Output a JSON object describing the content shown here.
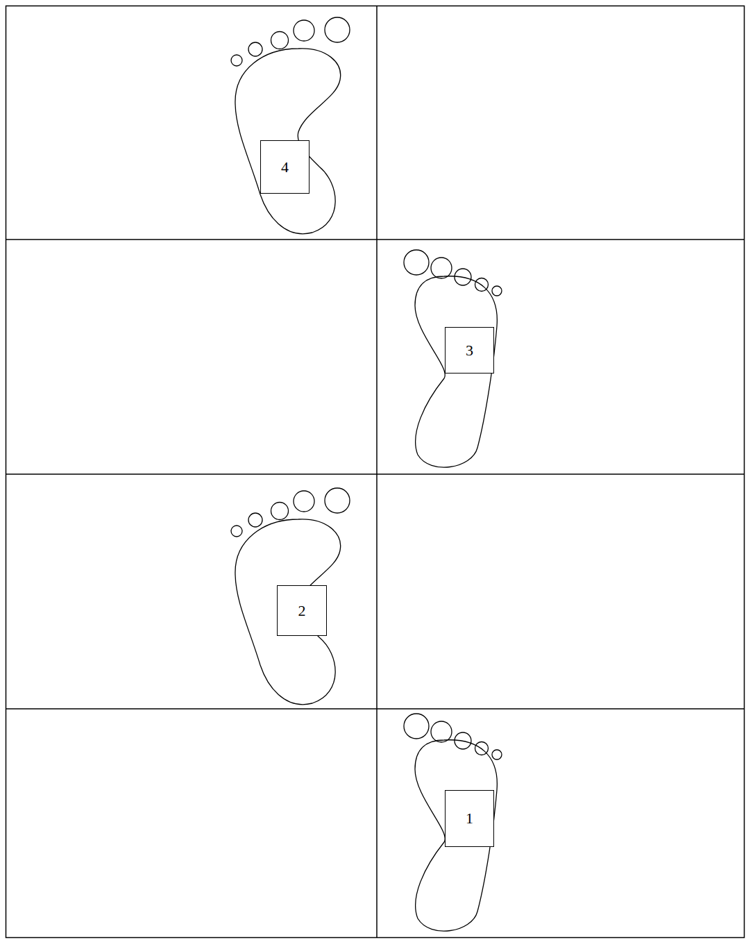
{
  "diagram": {
    "nodes": [
      {
        "text": [
          "4"
        ]
      },
      {
        "text": [
          "3"
        ]
      },
      {
        "text": [
          "2"
        ]
      },
      {
        "text": [
          "1"
        ]
      }
    ]
  }
}
